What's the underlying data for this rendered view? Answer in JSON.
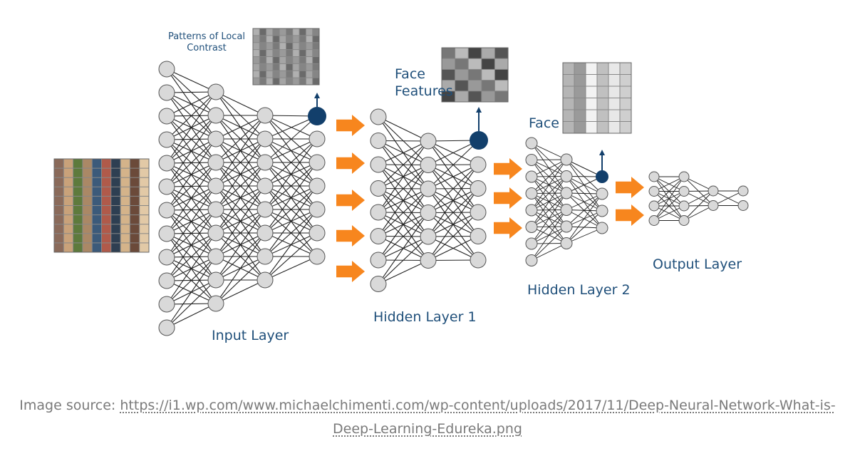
{
  "labels": {
    "patterns": "Patterns of Local Contrast",
    "face_features": "Face Features",
    "face": "Face",
    "input_layer": "Input Layer",
    "hidden_layer_1": "Hidden Layer 1",
    "hidden_layer_2": "Hidden Layer 2",
    "output_layer": "Output Layer"
  },
  "caption": {
    "prefix": "Image source: ",
    "link": "https://i1.wp.com/www.michaelchimenti.com/wp-content/uploads/2017/11/Deep-Neural-Network-What-is-Deep-Learning-Edureka.png"
  },
  "colors": {
    "node_fill": "#d9d9d9",
    "highlight_node": "#123f6b",
    "arrow": "#f7861e",
    "label": "#1f4f7a"
  }
}
